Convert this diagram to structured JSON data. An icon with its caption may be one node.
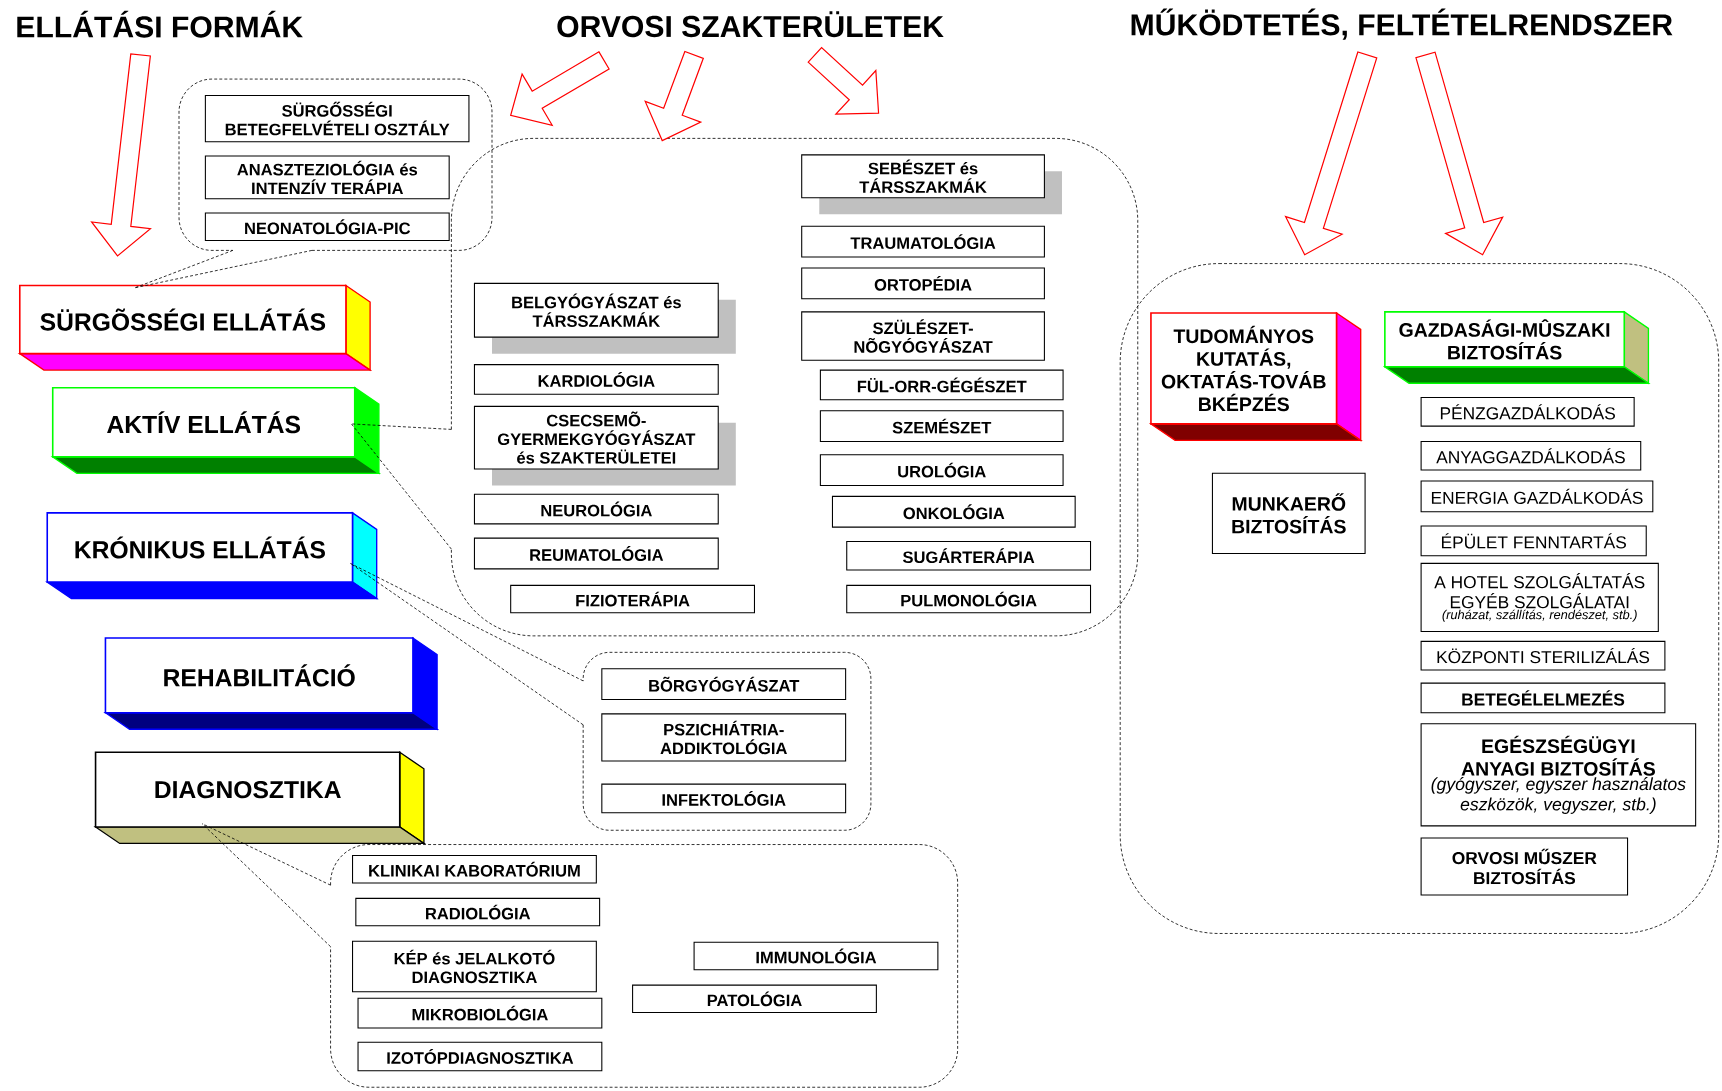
{
  "diagram": {
    "nodes": [
      {
        "text": [
          "ELLÁTÁSI FORMÁK"
        ]
      },
      {
        "text": [
          "ORVOSI SZAKTERÜLETEK"
        ]
      },
      {
        "text": [
          "MŰKÖDTETÉS, FELTÉTELRENDSZER"
        ]
      },
      {
        "text": [],
        "shape": "box"
      },
      {
        "text": [
          "SÜRGŐSSÉGI BETEGFELVÉTELI OSZTÁLY"
        ],
        "in": 3
      },
      {
        "text": [
          "ANASZTEZIOLÓGIA és INTENZÍV TERÁPIA"
        ],
        "in": 3
      },
      {
        "text": [
          "NEONATOLÓGIA-PIC"
        ],
        "in": 3
      },
      {
        "text": [
          "SÜRGÕSSÉGI ELLÁTÁS"
        ]
      },
      {
        "text": [
          "AKTÍV ELLÁTÁS"
        ]
      },
      {
        "text": [],
        "shape": "box"
      },
      {
        "text": [
          "BELGYÓGYÁSZAT és TÁRSSZAKMÁK"
        ],
        "in": 9
      },
      {
        "text": [
          "KARDIOLÓGIA"
        ],
        "in": 9
      },
      {
        "text": [
          "CSECSEMÕ- GYERMEKGYÓGYÁSZAT és SZAKTERÜLETEI"
        ],
        "in": 9
      },
      {
        "text": [
          "NEUROLÓGIA"
        ],
        "in": 9
      },
      {
        "text": [
          "REUMATOLÓGIA"
        ],
        "in": 9
      },
      {
        "text": [
          "FIZIOTERÁPIA"
        ],
        "in": 9
      },
      {
        "text": [
          "SEBÉSZET és TÁRSSZAKMÁK"
        ],
        "in": 9
      },
      {
        "text": [
          "TRAUMATOLÓGIA"
        ],
        "in": 9
      },
      {
        "text": [
          "ORTOPÉDIA"
        ],
        "in": 9
      },
      {
        "text": [
          "SZÜLÉSZET- NÕGYÓGYÁSZAT"
        ],
        "in": 9
      },
      {
        "text": [
          "FÜL-ORR-GÉGÉSZET"
        ],
        "in": 9
      },
      {
        "text": [
          "SZEMÉSZET"
        ],
        "in": 9
      },
      {
        "text": [
          "UROLÓGIA"
        ],
        "in": 9
      },
      {
        "text": [
          "ONKOLÓGIA"
        ],
        "in": 9
      },
      {
        "text": [
          "SUGÁRTERÁPIA"
        ],
        "in": 9
      },
      {
        "text": [
          "PULMONOLÓGIA"
        ],
        "in": 9
      },
      {
        "text": [
          "KRÓNIKUS ELLÁTÁS"
        ]
      },
      {
        "text": [],
        "shape": "box"
      },
      {
        "text": [
          "BÕRGYÓGYÁSZAT"
        ],
        "in": 27
      },
      {
        "text": [
          "PSZICHIÁTRIA- ADDIKTOLÓGIA"
        ],
        "in": 27
      },
      {
        "text": [
          "INFEKTOLÓGIA"
        ],
        "in": 27
      },
      {
        "text": [
          "REHABILITÁCIÓ"
        ]
      },
      {
        "text": [
          "DIAGNOSZTIKA"
        ]
      },
      {
        "text": [],
        "shape": "box"
      },
      {
        "text": [
          "KLINIKAI KABORATÓRIUM"
        ],
        "in": 33
      },
      {
        "text": [
          "RADIOLÓGIA"
        ],
        "in": 33
      },
      {
        "text": [
          "KÉP és JELALKOTÓ DIAGNOSZTIKA"
        ],
        "in": 33
      },
      {
        "text": [
          "IMMUNOLÓGIA"
        ],
        "in": 33
      },
      {
        "text": [
          "PATOLÓGIA"
        ],
        "in": 33
      },
      {
        "text": [
          "MIKROBIOLÓGIA"
        ],
        "in": 33
      },
      {
        "text": [
          "IZOTÓPDIAGNOSZTIKA"
        ],
        "in": 33
      },
      {
        "text": [],
        "shape": "box"
      },
      {
        "text": [
          "TUDOMÁNYOS KUTATÁS, OKTATÁS-TOVÁB BKÉPZÉS"
        ],
        "in": 41
      },
      {
        "text": [
          "GAZDASÁGI-MÛSZAKI BIZTOSÍTÁS"
        ],
        "in": 41
      },
      {
        "text": [
          "PÉNZGAZDÁLKODÁS"
        ],
        "in": 41
      },
      {
        "text": [
          "ANYAGGAZDÁLKODÁS"
        ],
        "in": 41
      },
      {
        "text": [
          "MUNKAERŐ BIZTOSÍTÁS"
        ],
        "in": 41
      },
      {
        "text": [
          "ENERGIA GAZDÁLKODÁS"
        ],
        "in": 41
      },
      {
        "text": [
          "ÉPÜLET FENNTARTÁS"
        ],
        "in": 41
      },
      {
        "text": [
          "A HOTEL SZOLGÁLTATÁS EGYÉB SZOLGÁLATAI",
          "(ruházat, szállítás, rendészet, stb.)"
        ],
        "in": 41
      },
      {
        "text": [
          "KÖZPONTI STERILIZÁLÁS"
        ],
        "in": 41
      },
      {
        "text": [
          "BETEGÉLELMEZÉS"
        ],
        "in": 41
      },
      {
        "text": [
          "EGÉSZSÉGÜGYI ANYAGI BIZTOSÍTÁS",
          "(gyógyszer, egyszer használatos eszközök, vegyszer, stb.)"
        ],
        "in": 41
      },
      {
        "text": [
          "ORVOSI MŰSZER BIZTOSÍTÁS"
        ],
        "in": 41
      }
    ],
    "edges": [
      {
        "from": 0,
        "to": 7,
        "arrow": "to"
      },
      {
        "from": 1,
        "to": 3,
        "arrow": "to"
      },
      {
        "from": 1,
        "to": 9,
        "arrow": "to"
      },
      {
        "from": 1,
        "to": 9,
        "arrow": "to"
      },
      {
        "from": 2,
        "to": 41,
        "arrow": "to"
      },
      {
        "from": 2,
        "to": 41,
        "arrow": "to"
      },
      {
        "from": 3,
        "to": 7,
        "arrow": "none",
        "style": "dashed",
        "color": "#000000"
      },
      {
        "from": 9,
        "to": 8,
        "arrow": "none",
        "style": "dashed",
        "color": "#000000"
      },
      {
        "from": 27,
        "to": 26,
        "arrow": "none",
        "style": "dashed",
        "color": "#000000"
      },
      {
        "from": 33,
        "to": 32,
        "arrow": "none",
        "style": "dashed",
        "color": "#000000"
      }
    ]
  }
}
